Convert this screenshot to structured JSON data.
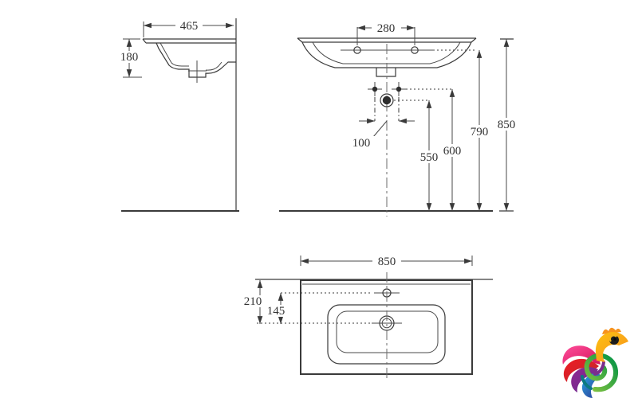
{
  "drawing_colors": {
    "line": "#3a3a3a",
    "background": "#ffffff"
  },
  "views": {
    "side": {
      "width": "465",
      "height": "180"
    },
    "front": {
      "tap_spacing": "280",
      "drain_spacing": "100",
      "drain_height": "550",
      "outlet_height": "600",
      "tap_height": "790",
      "rim_height": "850"
    },
    "top": {
      "width": "850",
      "depth_to_drain": "210",
      "tap_to_drain": "145"
    }
  },
  "logo": {
    "name": "chameleon",
    "colors": [
      "#f7931e",
      "#fdc010",
      "#ed1e79",
      "#d4145a",
      "#93278f",
      "#2e6db4",
      "#29abe2",
      "#8cc63f",
      "#009245",
      "#0d7a80"
    ]
  }
}
